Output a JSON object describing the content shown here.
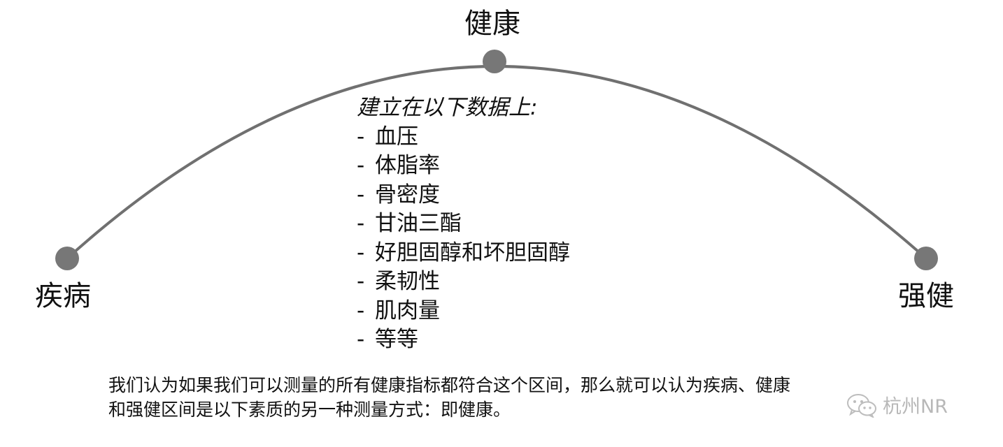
{
  "diagram": {
    "nodes": {
      "top": "健康",
      "left": "疾病",
      "right": "强健"
    },
    "list_heading": "建立在以下数据上:",
    "list_items": [
      "血压",
      "体脂率",
      "骨密度",
      "甘油三酯",
      "好胆固醇和坏胆固醇",
      "柔韧性",
      "肌肉量",
      "等等"
    ],
    "list_bullet": "-",
    "colors": {
      "arc": "#707070",
      "node": "#777777",
      "text": "#111111"
    }
  },
  "caption": {
    "line1": "我们认为如果我们可以测量的所有健康指标都符合这个区间，那么就可以认为疾病、健康",
    "line2": "和强健区间是以下素质的另一种测量方式：即健康。"
  },
  "watermark": {
    "icon": "wechat-icon",
    "text": "杭州NR"
  }
}
